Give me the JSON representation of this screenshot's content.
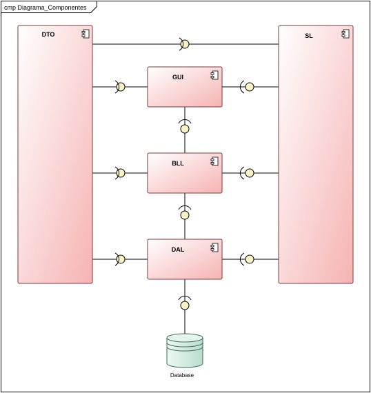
{
  "frame": {
    "title": "cmp Diagrama_Componentes"
  },
  "components": {
    "dto": {
      "name": "DTO"
    },
    "sl": {
      "name": "SL"
    },
    "gui": {
      "name": "GUI"
    },
    "bll": {
      "name": "BLL"
    },
    "dal": {
      "name": "DAL"
    }
  },
  "database": {
    "label": "Database"
  },
  "colors": {
    "component_fill_start": "#ffffff",
    "component_fill_end": "#f6b3b3",
    "component_border": "#7a3a3a",
    "db_fill": "#d7ece3",
    "db_border": "#3d6b5a",
    "line": "#000000",
    "lollipop_fill": "#fbf3c8"
  }
}
